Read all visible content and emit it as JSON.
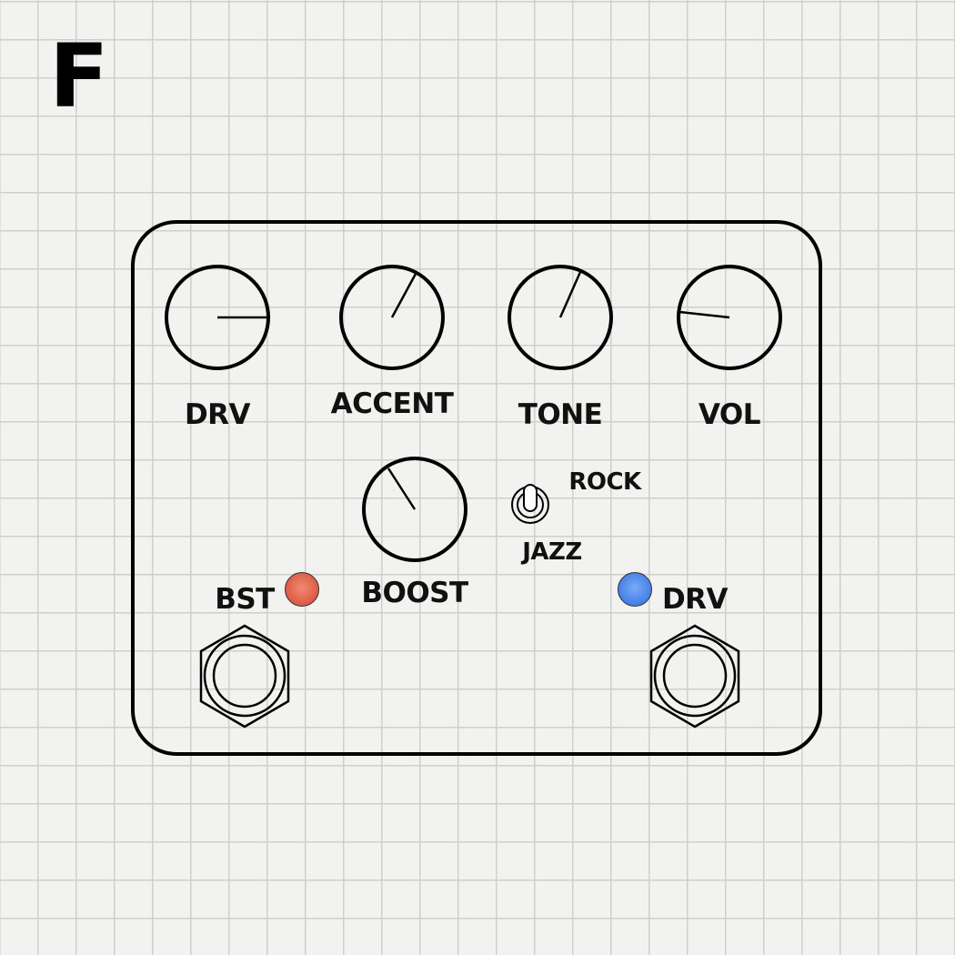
{
  "panel_letter": "F",
  "knobs": [
    {
      "label": "DRV",
      "angle_deg": 90
    },
    {
      "label": "ACCENT",
      "angle_deg": 28
    },
    {
      "label": "TONE",
      "angle_deg": 25
    },
    {
      "label": "VOL",
      "angle_deg": -84
    },
    {
      "label": "BOOST",
      "angle_deg": -33
    }
  ],
  "toggle": {
    "up_label": "ROCK",
    "down_label": "JAZZ",
    "position": "up"
  },
  "footswitches": [
    {
      "label": "BST",
      "led_color": "#e0604a"
    },
    {
      "label": "DRV",
      "led_color": "#4a85ea"
    }
  ]
}
